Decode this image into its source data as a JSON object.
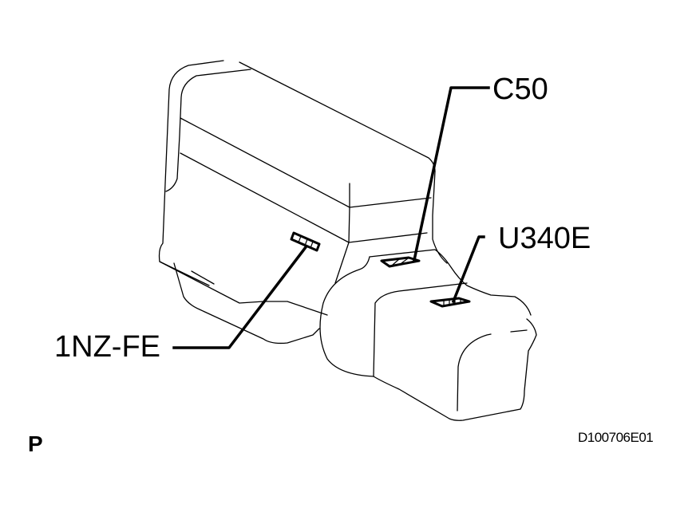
{
  "diagram": {
    "callouts": [
      {
        "id": "1nz-fe",
        "label": "1NZ-FE"
      },
      {
        "id": "c50",
        "label": "C50"
      },
      {
        "id": "u340e",
        "label": "U340E"
      }
    ],
    "corner_label": "P",
    "figure_code": "D100706E01",
    "colors": {
      "line": "#000000",
      "background": "#ffffff"
    }
  }
}
